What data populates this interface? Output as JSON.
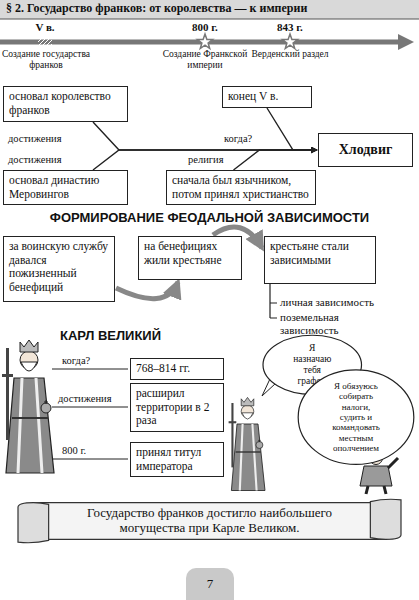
{
  "diagram": {
    "title": "§ 2. Государство франков: от королевства — к империи",
    "nodes": [
      {
        "text": [
          "основал королевство франков"
        ]
      },
      {
        "text": [
          "конец V в."
        ]
      },
      {
        "text": [
          "Хлодвиг"
        ]
      },
      {
        "text": [
          "основал династию Меровингов"
        ]
      },
      {
        "text": [
          "сначала был язычником, потом принял христианство"
        ]
      },
      {
        "text": [
          "за воинскую службу давался пожизненный бенефиций"
        ]
      },
      {
        "text": [
          "на бенефициях жили крестьяне"
        ]
      },
      {
        "text": [
          "крестьяне стали зависимыми"
        ]
      },
      {
        "text": [
          "768–814 гг."
        ]
      },
      {
        "text": [
          "расширил территории в 2 раза"
        ]
      },
      {
        "text": [
          "принял титул императора"
        ]
      },
      {
        "text": [
          "Я назначаю тебя графом"
        ]
      },
      {
        "text": [
          "Я обязуюсь собирать налоги, судить и командовать местным ополчением"
        ]
      },
      {
        "text": [
          "Государство франков достигло наибольшего могущества при Карле Великом."
        ]
      },
      {
        "text": [
          "7"
        ]
      }
    ],
    "edges": [
      {
        "from": 0,
        "to": 2,
        "label": "достижения",
        "arrow": "to"
      },
      {
        "from": 1,
        "to": 2,
        "label": "когда?",
        "arrow": "to"
      },
      {
        "from": 3,
        "to": 2,
        "label": "достижения",
        "arrow": "to"
      },
      {
        "from": 4,
        "to": 2,
        "label": "религия",
        "arrow": "to"
      },
      {
        "from": 5,
        "to": 6,
        "arrow": "to"
      },
      {
        "from": 6,
        "to": 7,
        "arrow": "to"
      }
    ],
    "labels": [
      "V в.",
      "800 г.",
      "843 г.",
      "Создание государства франков",
      "Создание Франкской империи",
      "Верденский раздел",
      "ФОРМИРОВАНИЕ ФЕОДАЛЬНОЙ ЗАВИСИМОСТИ",
      "личная зависимость",
      "поземельная зависимость",
      "КАРЛ ВЕЛИКИЙ",
      "когда?",
      "достижения",
      "800 г."
    ]
  }
}
